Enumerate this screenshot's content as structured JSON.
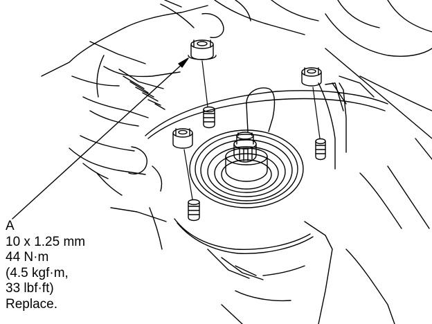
{
  "callout": {
    "letter": "A",
    "lines": [
      "10 x 1.25 mm",
      "44 N·m",
      "(4.5 kgf·m,",
      "33 lbf·ft)",
      "Replace."
    ]
  }
}
